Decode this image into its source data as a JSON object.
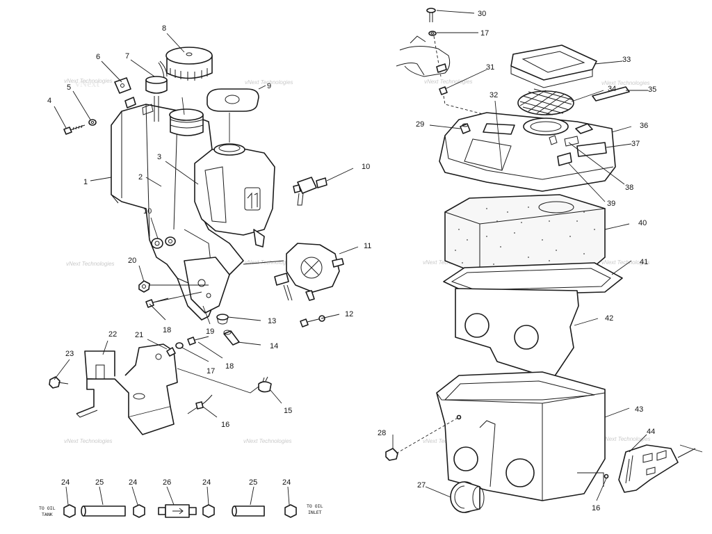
{
  "callouts": {
    "c1": "1",
    "c2": "2",
    "c3": "3",
    "c4": "4",
    "c5": "5",
    "c6": "6",
    "c7": "7",
    "c8": "8",
    "c9": "9",
    "c10a": "10",
    "c10b": "10",
    "c11": "11",
    "c12": "12",
    "c13": "13",
    "c14": "14",
    "c15": "15",
    "c16a": "16",
    "c16b": "16",
    "c17a": "17",
    "c17b": "17",
    "c18a": "18",
    "c18b": "18",
    "c19": "19",
    "c20": "20",
    "c21": "21",
    "c22": "22",
    "c23": "23",
    "c24a": "24",
    "c24b": "24",
    "c24c": "24",
    "c24d": "24",
    "c25a": "25",
    "c25b": "25",
    "c26": "26",
    "c27": "27",
    "c28": "28",
    "c29": "29",
    "c30": "30",
    "c31": "31",
    "c32": "32",
    "c33": "33",
    "c34": "34",
    "c35": "35",
    "c36": "36",
    "c37": "37",
    "c38": "38",
    "c39": "39",
    "c40": "40",
    "c41": "41",
    "c42": "42",
    "c43": "43",
    "c44": "44"
  },
  "hose_labels": {
    "to_oil": "TO OIL",
    "tank": "TANK",
    "inlet_to_oil": "TO OIL",
    "inlet": "INLET"
  },
  "watermark": {
    "text": "vNext Technologies"
  },
  "colors": {
    "line": "#1a1a1a",
    "background": "#ffffff",
    "watermark": "#c9c9c9"
  }
}
